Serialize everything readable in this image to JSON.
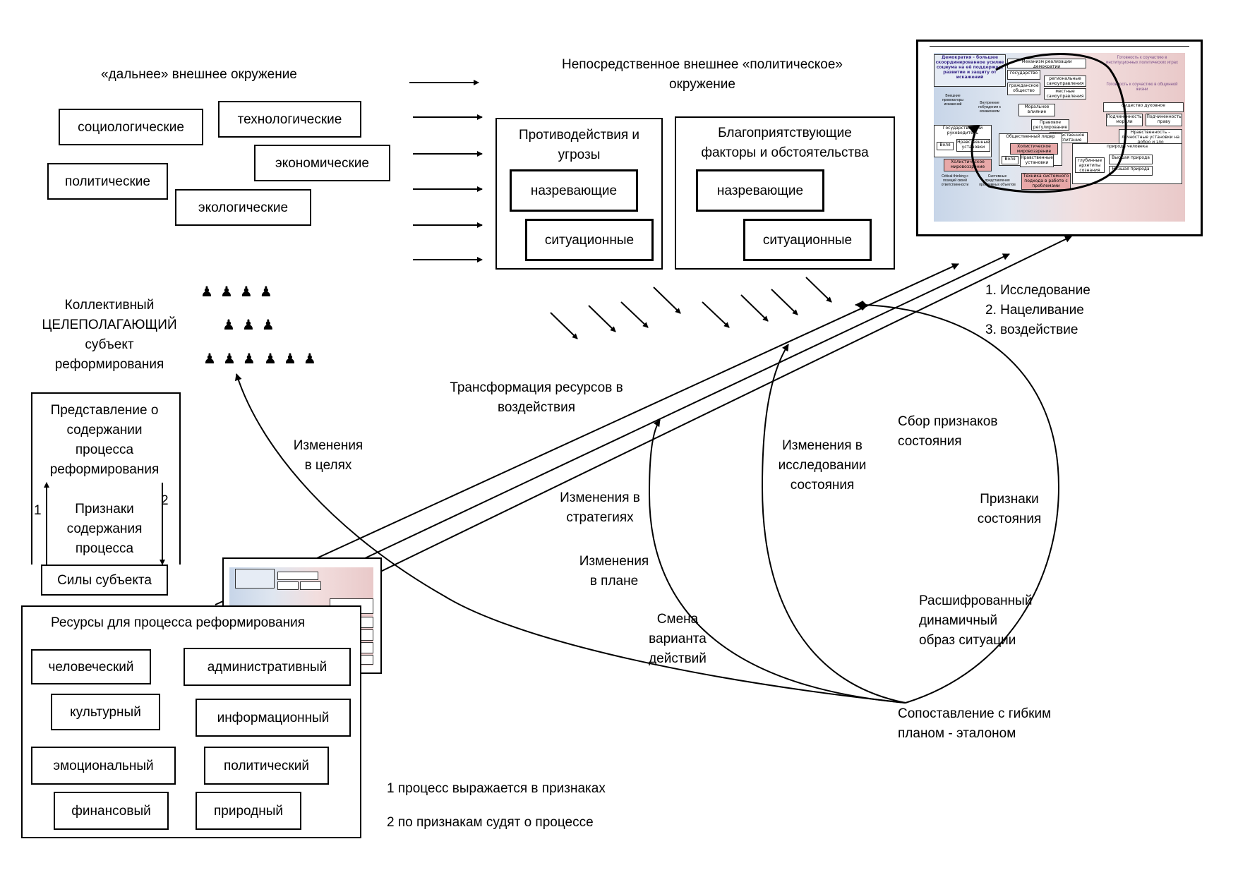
{
  "far_env": {
    "title": "«дальнее» внешнее окружение",
    "items": [
      "социологические",
      "технологические",
      "экономические",
      "политические",
      "экологические"
    ]
  },
  "near_env": {
    "title_line1": "Непосредственное внешнее «политическое»",
    "title_line2": "окружение",
    "threats": {
      "title_line1": "Противодействия и",
      "title_line2": "угрозы",
      "a": "назревающие",
      "b": "ситуационные"
    },
    "favorable": {
      "title_line1": "Благоприятствующие",
      "title_line2": "факторы и обстоятельства",
      "a": "назревающие",
      "b": "ситуационные"
    }
  },
  "steps": [
    "1.  Исследование",
    "2.  Нацеливание",
    "3.  воздействие"
  ],
  "subject": {
    "line1": "Коллективный",
    "line2": "ЦЕЛЕПОЛАГАЮЩИЙ",
    "line3": "субъект",
    "line4": "реформирования"
  },
  "people_glyph": "♟",
  "process": {
    "idea_lines": [
      "Представление о",
      "содержании",
      "процесса",
      "реформирования"
    ],
    "signs_lines": [
      "Признаки",
      "содержания",
      "процесса"
    ],
    "num1": "1",
    "num2": "2",
    "forces": "Силы субъекта"
  },
  "resources": {
    "title": "Ресурсы для процесса реформирования",
    "items": [
      "человеческий",
      "административный",
      "культурный",
      "информационный",
      "эмоциональный",
      "политический",
      "финансовый",
      "природный"
    ]
  },
  "labels": {
    "transform_l1": "Трансформация ресурсов в",
    "transform_l2": "воздействия",
    "goals_l1": "Изменения",
    "goals_l2": "в целях",
    "strat_l1": "Изменения в",
    "strat_l2": "стратегиях",
    "plan_l1": "Изменения",
    "plan_l2": "в плане",
    "var_l1": "Смена",
    "var_l2": "варианта",
    "var_l3": "действий",
    "research_l1": "Изменения в",
    "research_l2": "исследовании",
    "research_l3": "состояния",
    "collect_l1": "Сбор признаков",
    "collect_l2": "состояния",
    "signs_l1": "Признаки",
    "signs_l2": "состояния",
    "image_l1": "Расшифрованный",
    "image_l2": "динамичный",
    "image_l3": "образ ситуации",
    "compare_l1": "Сопоставление с гибким",
    "compare_l2": "планом - эталоном"
  },
  "notes": {
    "n1": "1 процесс выражается в признаках",
    "n2": "2 по признакам судят о процессе"
  },
  "thumbnail": {
    "democracy": "Демократия - большее скоординированное усилие социума на её поддержку, развитие и защиту от искажений",
    "mechanism": "Механизм реализации демократии",
    "state": "государство",
    "civil": "гражданское общество",
    "regional": "региональные самоуправления",
    "local": "местные самоуправления",
    "ready1": "Готовность к соучастию в институционных политических играх",
    "ready2": "Готовность к соучастию в общинной жизни",
    "moral": "Моральное влияние",
    "legal": "Правовое регулирование",
    "ethic": "Нравственное воспитание",
    "essence": "существо духовное",
    "submit_moral": "Подчиненность морали",
    "submit_law": "Подчиненность праву",
    "ethics_personal": "Нравственность – личностные установки на добро и зло",
    "leader_state": "Государственный руководитель",
    "will": "Воля",
    "ethic_set": "Нравственные установки",
    "holistic": "Холистическое мировоззрение",
    "leader_public": "Общественный лидер",
    "nature": "природа человека",
    "deep": "глубинные архетипы сознания",
    "higher": "Высшая природа",
    "lower": "Низшая природа",
    "critical": "Critical thinking с позиций своей ответственности",
    "system": "Системные представления проблемных объектов",
    "technique": "Техника системного подхода в работе с проблемами",
    "external": "Внешние провокаторы искажений",
    "internal": "Внутренние побуждения к искажениям"
  }
}
